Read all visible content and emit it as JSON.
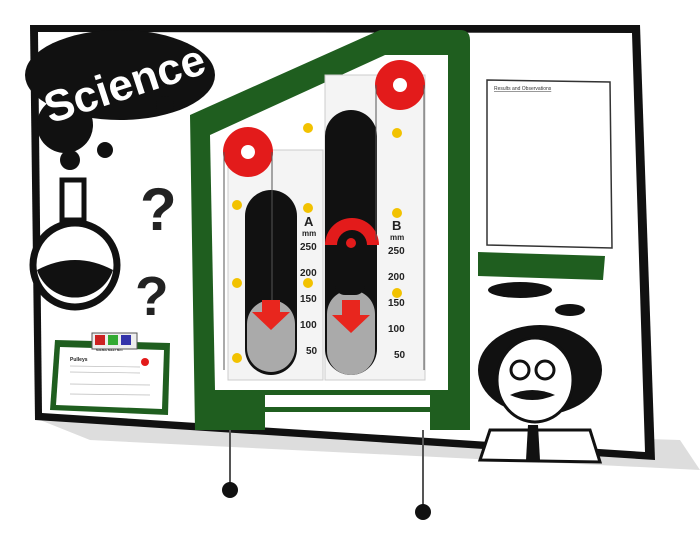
{
  "panel": {
    "title": "Science",
    "results_board_title": "Results and Observations",
    "info_card": {
      "heading": "Pulleys",
      "badge": "SCIENCE SHEET NO.1"
    },
    "scale_a": {
      "letter": "A",
      "unit": "mm",
      "ticks": [
        "250",
        "200",
        "150",
        "100",
        "50"
      ]
    },
    "scale_b": {
      "letter": "B",
      "unit": "mm",
      "ticks": [
        "250",
        "200",
        "150",
        "100",
        "50"
      ]
    },
    "question_marks": [
      "?",
      "?"
    ]
  },
  "colors": {
    "frame_green": "#1f5e1f",
    "pulley_red": "#e31b1b",
    "arrow_red": "#e8261e",
    "bolt_yellow": "#f2c200",
    "panel_white": "#ffffff",
    "outline_black": "#111111"
  }
}
